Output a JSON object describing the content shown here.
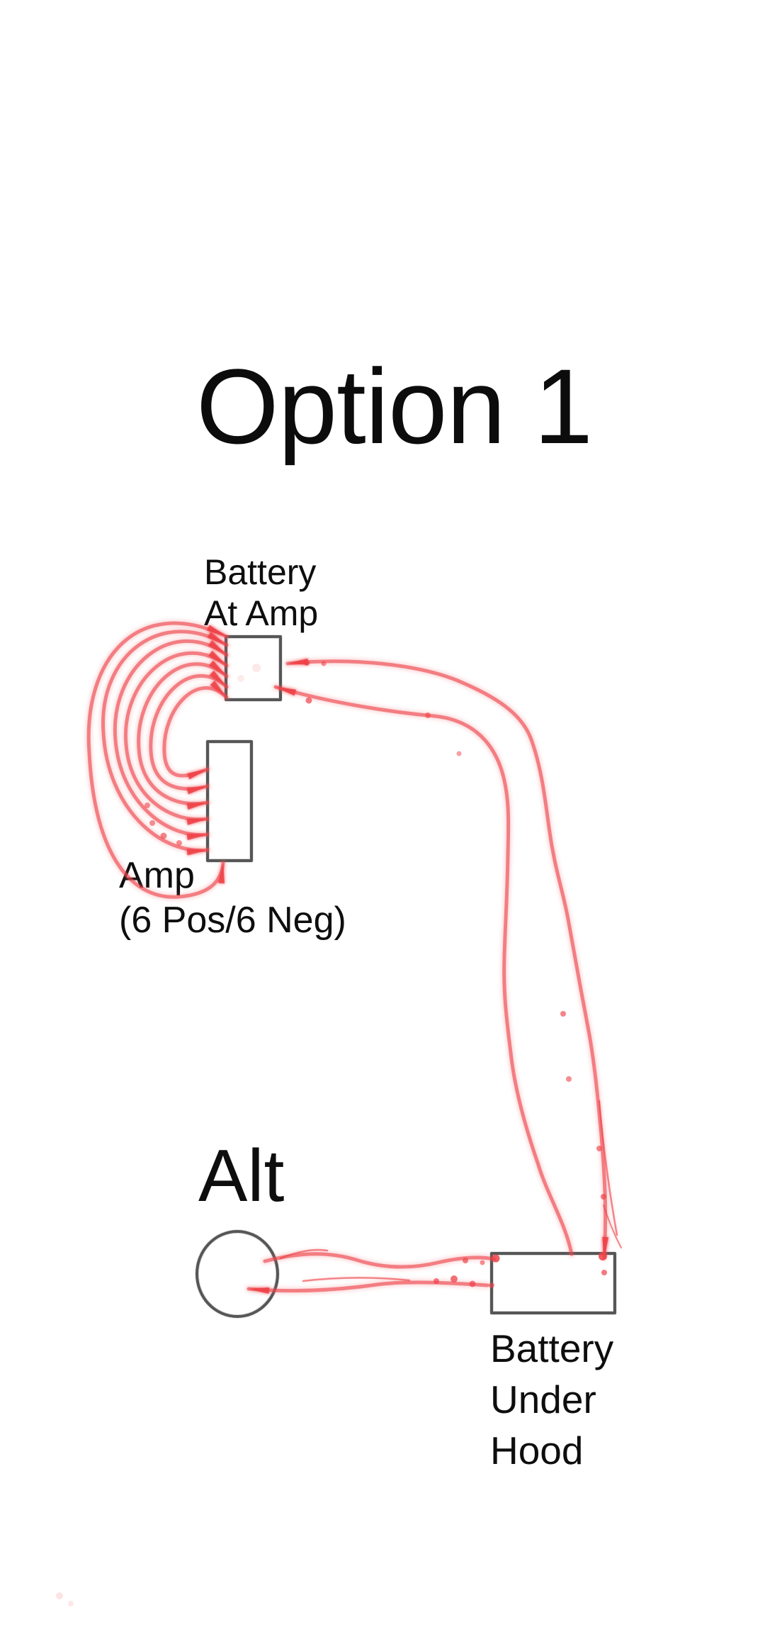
{
  "title": "Option 1",
  "labels": {
    "battery_at_amp": "Battery\nAt Amp",
    "amp": "Amp\n(6 Pos/6 Neg)",
    "alt": "Alt",
    "battery_under_hood": "Battery\nUnder\nHood"
  },
  "diagram": {
    "nodes": [
      {
        "id": "battery_at_amp",
        "label": "Battery At Amp",
        "shape": "rectangle"
      },
      {
        "id": "amp",
        "label": "Amp (6 Pos/6 Neg)",
        "shape": "rectangle"
      },
      {
        "id": "alt",
        "label": "Alt",
        "shape": "circle"
      },
      {
        "id": "battery_under_hood",
        "label": "Battery Under Hood",
        "shape": "rectangle"
      }
    ],
    "connections": [
      {
        "from": "battery_at_amp",
        "to": "amp",
        "wires": 6,
        "style": "looping bundle of red wires, arrowheads into both components"
      },
      {
        "from": "battery_at_amp",
        "to": "amp",
        "wires": 1,
        "style": "hook wire curving under the Amp label into the amp bottom"
      },
      {
        "from": "battery_at_amp",
        "to": "battery_under_hood",
        "wires": 2,
        "style": "long run to the right then down the page"
      },
      {
        "from": "alt",
        "to": "battery_under_hood",
        "wires": 2,
        "style": "short horizontal run, arrowhead back into Alt"
      }
    ],
    "colors": {
      "wire": "#ee4248",
      "outline": "#484848",
      "text": "#0e0e0e",
      "background": "#ffffff"
    }
  }
}
